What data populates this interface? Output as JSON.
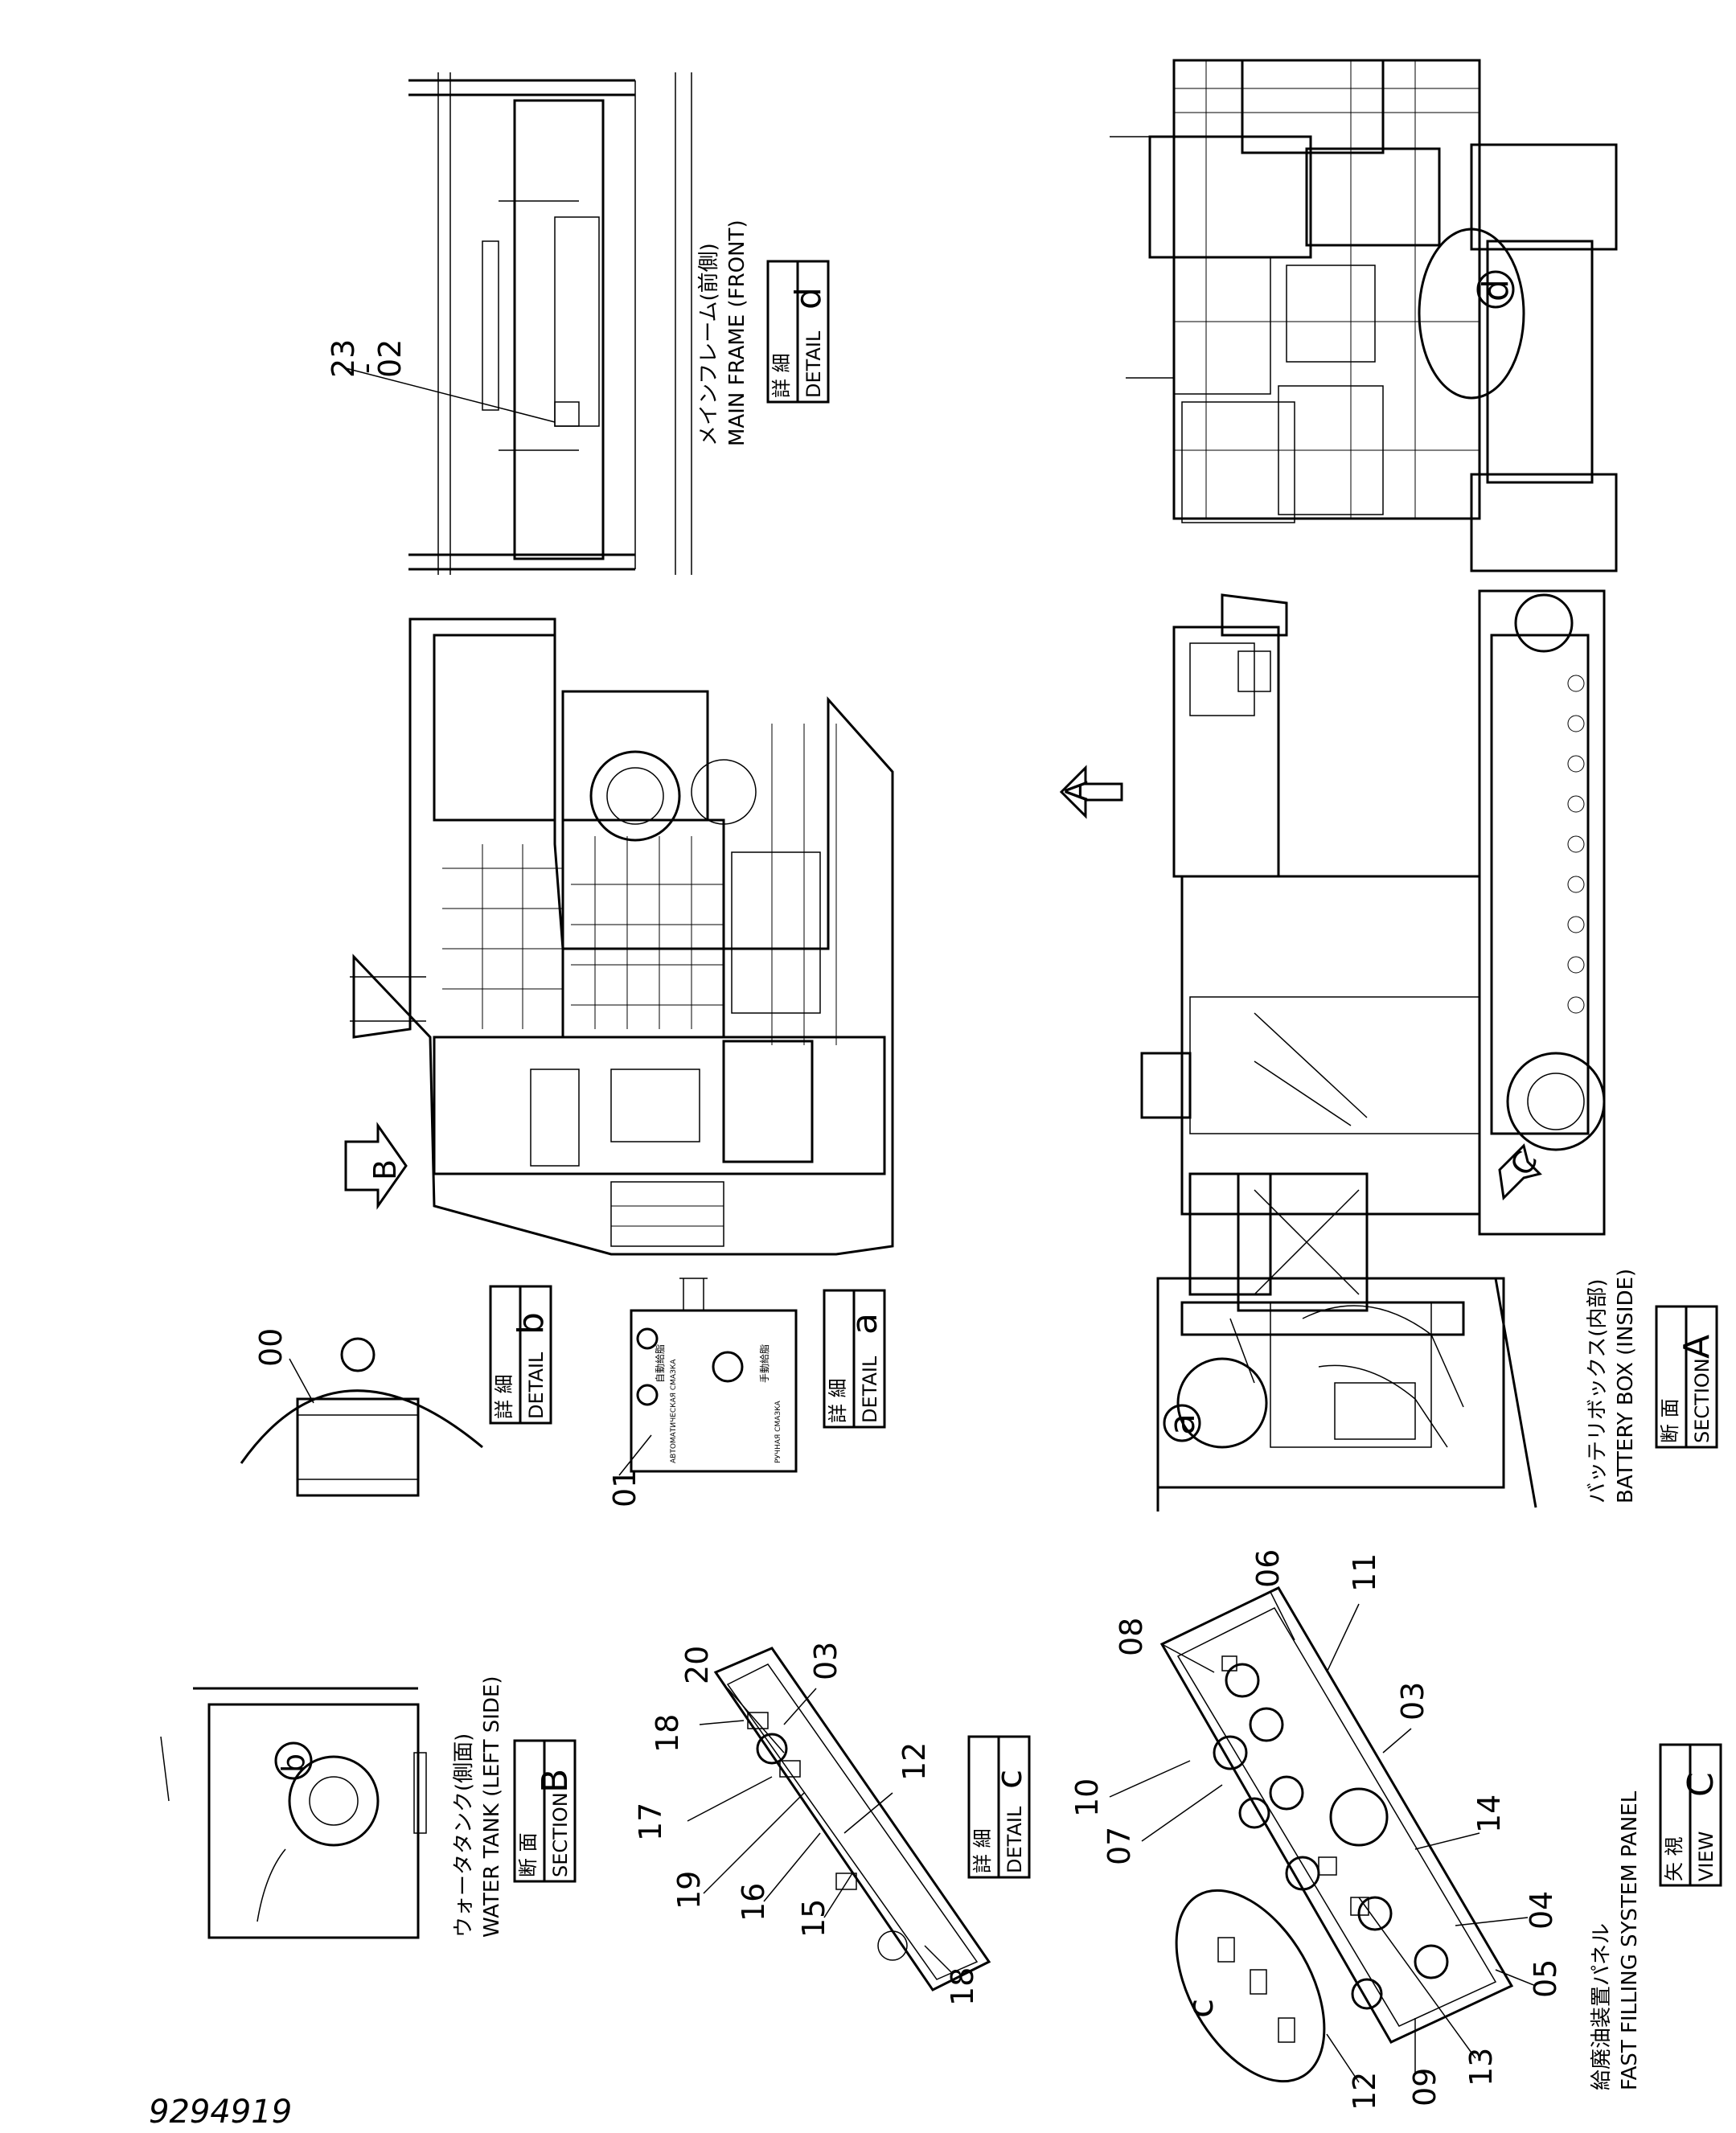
{
  "document_number": "9294919",
  "views": {
    "main_frame": {
      "caption_jp": "メインフレーム(前側)",
      "caption_en": "MAIN FRAME (FRONT)",
      "kind_jp": "詳 細",
      "kind_en": "DETAIL",
      "letter": "d",
      "part_label_top": "23",
      "part_label_dash": "-",
      "part_label_bottom": "02"
    },
    "detail_b": {
      "kind_jp": "詳 細",
      "kind_en": "DETAIL",
      "letter": "b",
      "part_label": "00"
    },
    "detail_a": {
      "kind_jp": "詳 細",
      "kind_en": "DETAIL",
      "letter": "a",
      "part_label": "01",
      "plate_text_1": "АВТОМАТИЧЕСКАЯ СМАЗКА",
      "plate_text_2": "РУЧНАЯ СМАЗКА",
      "plate_jp_1": "自動給脂",
      "plate_jp_2": "手動給脂"
    },
    "battery_box": {
      "caption_jp": "バッテリボックス(内部)",
      "caption_en": "BATTERY BOX (INSIDE)",
      "kind_jp": "断 面",
      "kind_en": "SECTION",
      "letter": "A",
      "callout": "a"
    },
    "water_tank": {
      "caption_jp": "ウォータタンク(側面)",
      "caption_en": "WATER TANK (LEFT SIDE)",
      "kind_jp": "断 面",
      "kind_en": "SECTION",
      "letter": "B",
      "callout": "b"
    },
    "detail_c": {
      "kind_jp": "詳 細",
      "kind_en": "DETAIL",
      "letter": "c",
      "part_labels": [
        "18",
        "20",
        "03",
        "12",
        "17",
        "19",
        "16",
        "15",
        "18"
      ]
    },
    "fast_filling": {
      "caption_jp": "給廃油装置パネル",
      "caption_en": "FAST FILLING SYSTEM PANEL",
      "kind_jp": "矢 視",
      "kind_en": "VIEW",
      "letter": "C",
      "callout": "c",
      "part_labels": [
        "08",
        "06",
        "11",
        "03",
        "14",
        "10",
        "07",
        "04",
        "05",
        "13",
        "09",
        "12"
      ]
    },
    "plan_view": {
      "arrow_label": "B"
    },
    "side_view": {
      "arrow_a": "A",
      "arrow_c": "C"
    },
    "front_view": {
      "callout": "d"
    }
  }
}
